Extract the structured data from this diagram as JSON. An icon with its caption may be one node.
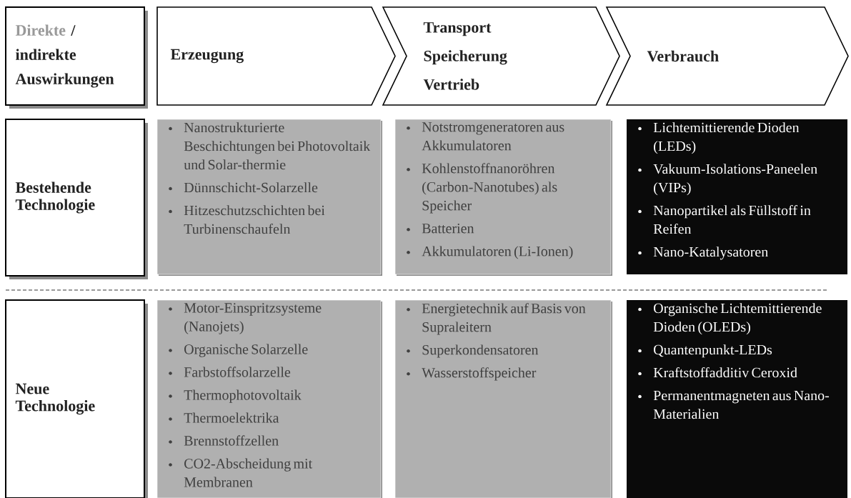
{
  "diagram": {
    "nodes": [
      {
        "text": [
          "Direkte",
          "/ indirekte Auswirkungen"
        ]
      },
      {
        "text": [
          "Erzeugung"
        ]
      },
      {
        "text": [
          "Transport",
          "Speicherung",
          "Vertrieb"
        ]
      },
      {
        "text": [
          "Verbrauch"
        ]
      },
      {
        "text": [
          "Bestehende Technologie"
        ]
      },
      {
        "text": [
          "Nanostrukturierte Beschichtungen bei Photovoltaik und Solar-thermie",
          "Dünnschicht-Solarzelle",
          "Hitzeschutzschichten bei Turbinenschaufeln"
        ]
      },
      {
        "text": [
          "Notstromgeneratoren aus Akkumulatoren",
          "Kohlenstoffnanoröhren (Carbon-Nanotubes) als Speicher",
          "Batterien",
          "Akkumulatoren (Li-Ionen)"
        ]
      },
      {
        "text": [
          "Lichtemittierende Dioden (LEDs)",
          "Vakuum-Isolations-Paneelen (VIPs)",
          "Nanopartikel als Füllstoff in Reifen",
          "Nano-Katalysatoren"
        ]
      },
      {
        "text": [
          "Neue Technologie"
        ]
      },
      {
        "text": [
          "Motor-Einspritzsysteme (Nanojets)",
          "Organische Solarzelle",
          "Farbstoffsolarzelle",
          "Thermophotovoltaik",
          "Thermoelektrika",
          "Brennstoffzellen",
          "CO2-Abscheidung mit Membranen"
        ]
      },
      {
        "text": [
          "Energietechnik auf Basis von Supraleitern",
          "Superkondensatoren",
          "Wasserstoffspeicher"
        ]
      },
      {
        "text": [
          "Organische Lichtemittierende Dioden (OLEDs)",
          "Quantenpunkt-LEDs",
          "Kraftstoffadditiv Ceroxid",
          "Permanentmagneten aus Nano-Materialien"
        ]
      }
    ]
  }
}
